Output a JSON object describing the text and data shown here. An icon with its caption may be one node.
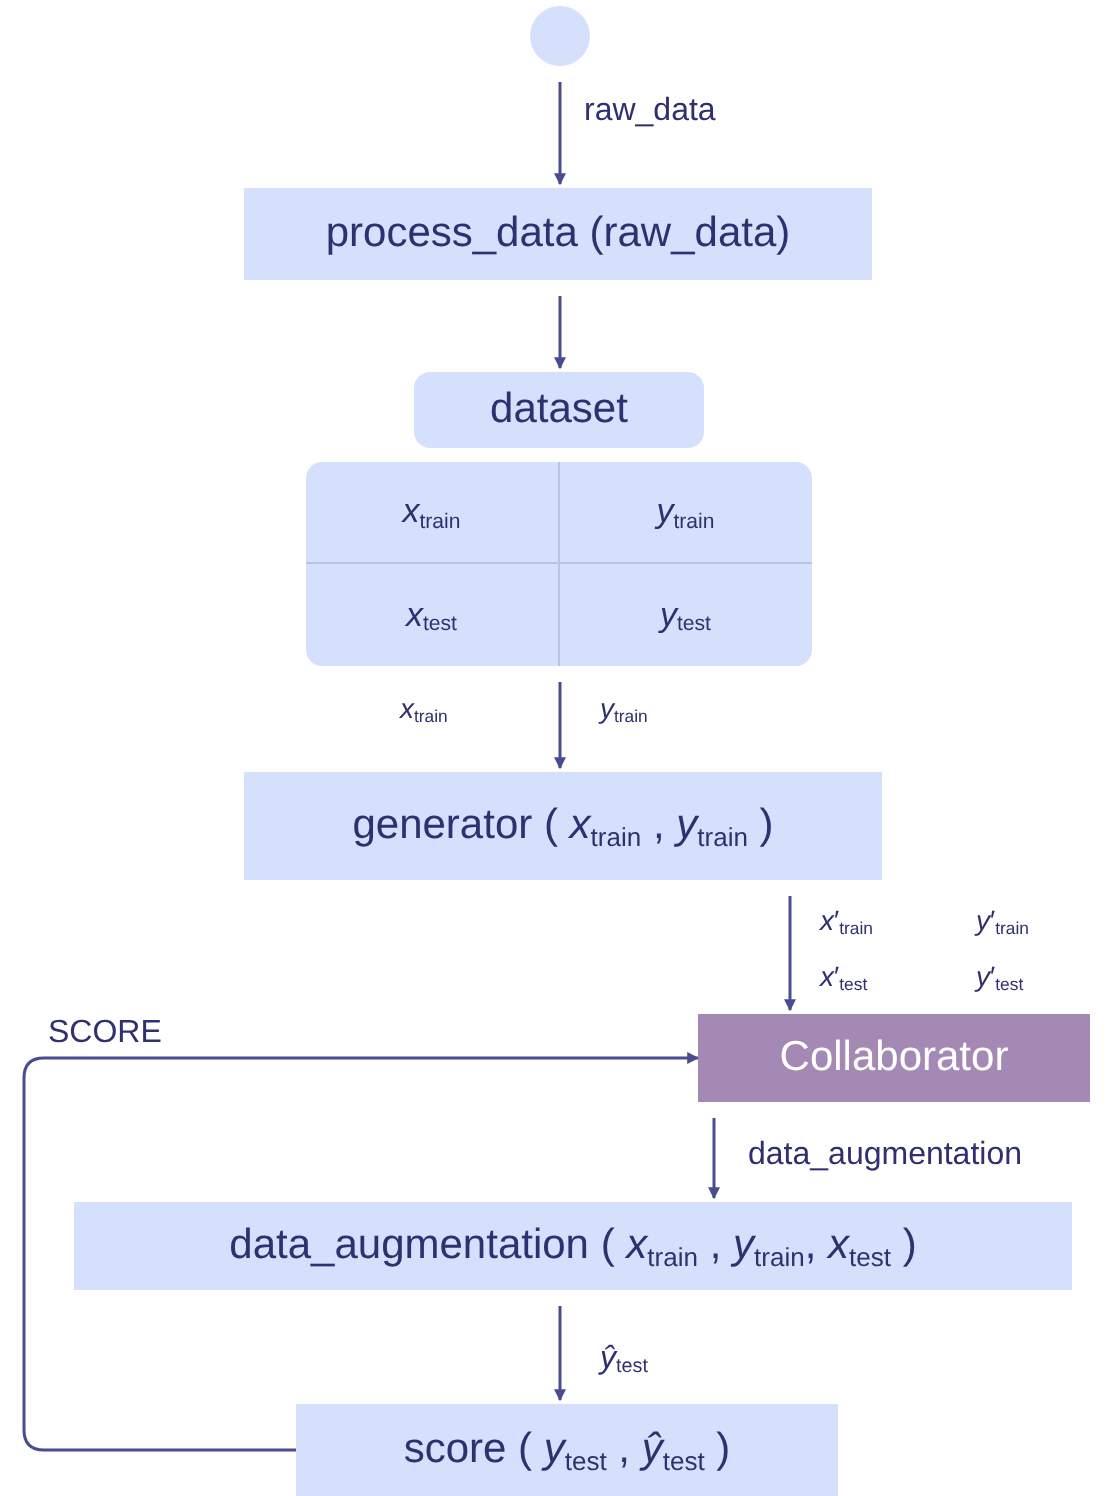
{
  "diagram": {
    "nodes": [
      {
        "text": [],
        "shape": "circle"
      },
      {
        "text": [
          "process_data (raw_data)"
        ]
      },
      {
        "text": [
          "dataset"
        ]
      },
      {
        "text": [
          "*x*$_{train}$",
          "*y*$_{train}$",
          "*x*$_{test}$",
          "*y*$_{test}$"
        ]
      },
      {
        "text": [
          "generator ( *x*$_{train}$ , *y*$_{train}$ )"
        ]
      },
      {
        "text": [
          "Collaborator"
        ]
      },
      {
        "text": [
          "data_augmentation ( *x*$_{train}$ , *y*$_{train}$, *x*$_{test}$ )"
        ]
      },
      {
        "text": [
          "score ( *y*$_{test}$ , *ŷ*$_{test}$ )"
        ]
      }
    ],
    "edges": [
      {
        "from": 0,
        "to": 1,
        "arrow": "to",
        "label": "raw_data"
      },
      {
        "from": 1,
        "to": 2,
        "arrow": "to"
      },
      {
        "from": 3,
        "to": 4,
        "arrow": "to"
      },
      {
        "from": 4,
        "to": 5,
        "arrow": "to"
      },
      {
        "from": 5,
        "to": 6,
        "arrow": "to",
        "label": "data_augmentation"
      },
      {
        "from": 6,
        "to": 7,
        "arrow": "to",
        "label": "*ŷ*$_{test}$"
      },
      {
        "from": 7,
        "to": 5,
        "arrow": "to",
        "label": "SCORE"
      }
    ],
    "labels": [
      "*x*$_{train}$",
      "*y*$_{train}$",
      "*x*′$_{train}$",
      "*y*′$_{train}$",
      "*x*′$_{test}$",
      "*y*′$_{test}$"
    ]
  }
}
